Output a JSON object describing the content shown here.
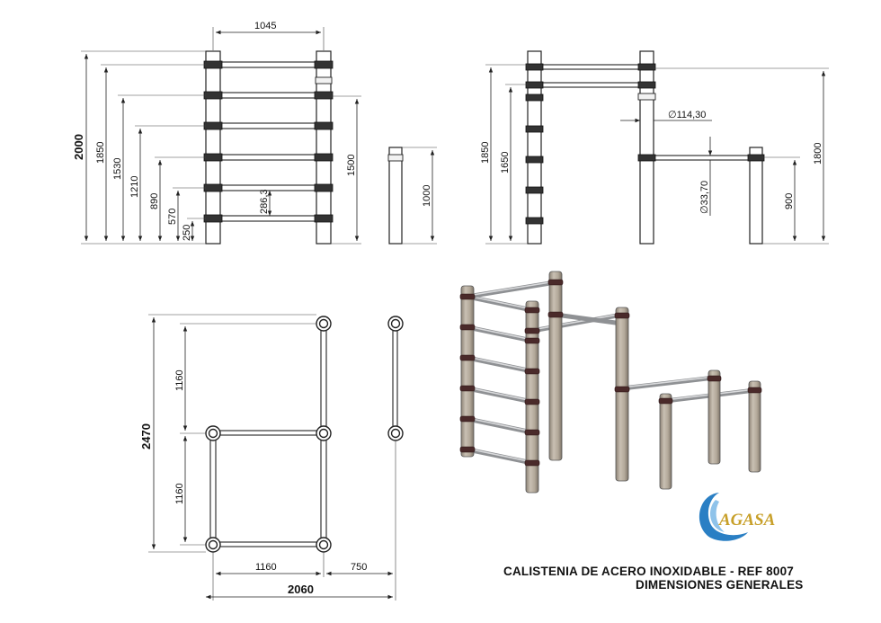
{
  "front_view": {
    "width_label": "1045",
    "height_total_label": "2000",
    "rung_labels": [
      "1850",
      "1530",
      "1210",
      "890",
      "570",
      "250"
    ],
    "spacing_label": "286,3",
    "post_height_label": "1500"
  },
  "single_post_view": {
    "height_label": "1000"
  },
  "side_view": {
    "left_labels": [
      "1850",
      "1650"
    ],
    "diameter_post_label": "∅114,30",
    "diameter_bar_label": "∅33,70",
    "right_labels": [
      "900",
      "1800"
    ]
  },
  "plan_view": {
    "depth_total_label": "2470",
    "depth_upper_label": "1160",
    "depth_lower_label": "1160",
    "width_left_label": "1160",
    "width_right_label": "750",
    "width_total_label": "2060"
  },
  "logo": {
    "text": "AGASA",
    "color_blue": "#2a7fc4",
    "color_gold": "#c8a02a"
  },
  "title_block": {
    "line1": "CALISTENIA DE ACERO INOXIDABLE - REF 8007",
    "line2": "DIMENSIONES GENERALES"
  }
}
